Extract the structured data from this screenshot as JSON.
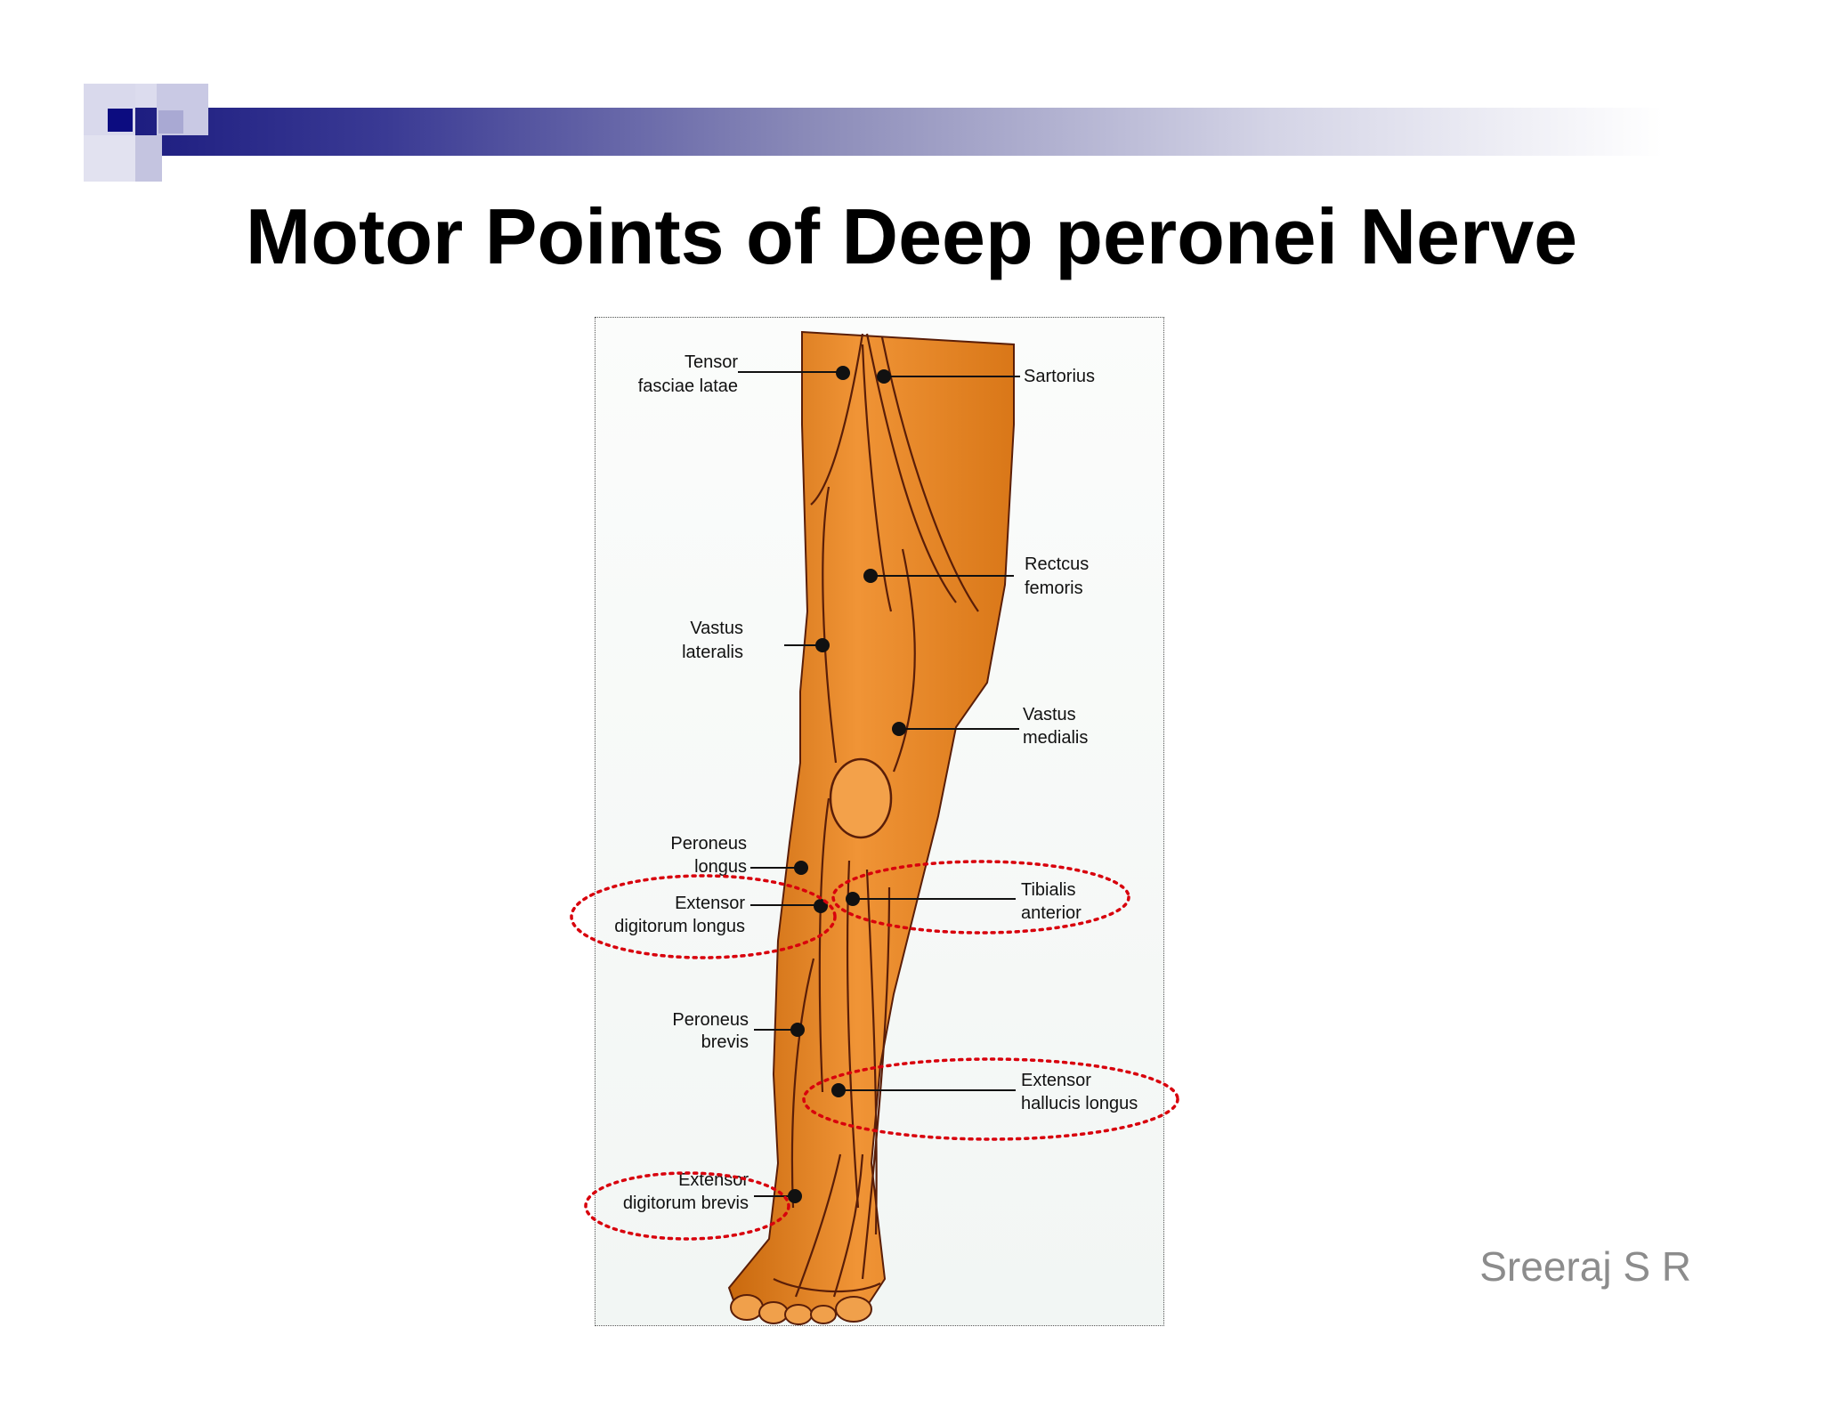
{
  "slide": {
    "title": "Motor Points of Deep peronei Nerve",
    "credit": "Sreeraj S R",
    "accent_color": "#1a1a7e",
    "highlight_color": "#d8000c"
  },
  "diagram": {
    "labels": {
      "tensor_1": "Tensor",
      "tensor_2": "fasciae latae",
      "sartorius": "Sartorius",
      "rectus_1": "Rectcus",
      "rectus_2": "femoris",
      "vastus_lat_1": "Vastus",
      "vastus_lat_2": "lateralis",
      "vastus_med_1": "Vastus",
      "vastus_med_2": "medialis",
      "peroneus_long_1": "Peroneus",
      "peroneus_long_2": "longus",
      "edl_1": "Extensor",
      "edl_2": "digitorum longus",
      "tibialis_1": "Tibialis",
      "tibialis_2": "anterior",
      "peroneus_brev_1": "Peroneus",
      "peroneus_brev_2": "brevis",
      "ehl_1": "Extensor",
      "ehl_2": "hallucis longus",
      "edb_1": "Extensor",
      "edb_2": "digitorum brevis"
    }
  }
}
